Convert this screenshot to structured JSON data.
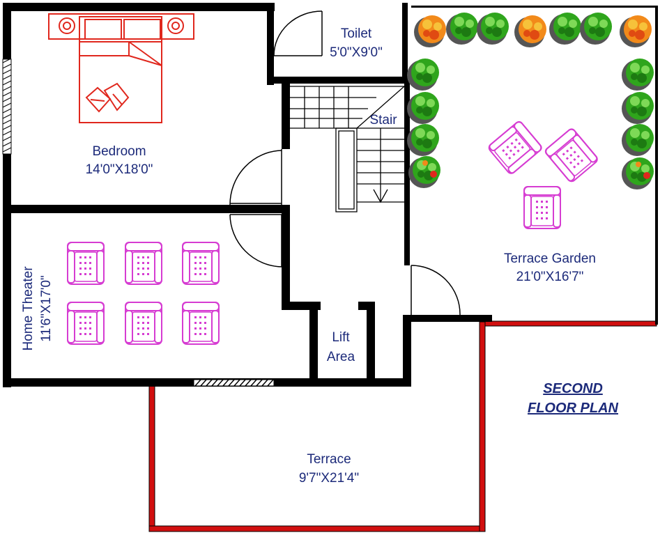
{
  "colors": {
    "wall": "#000000",
    "outer_wall": "#d10f0f",
    "text": "#1c2a7a",
    "furniture_bed": "#e0271d",
    "furniture_chair": "#d63cd2",
    "plant_green": "#2fa51c",
    "plant_orange": "#f28a1a"
  },
  "plan_title": {
    "line1": "SECOND",
    "line2": "FLOOR PLAN"
  },
  "rooms": {
    "bedroom": {
      "name": "Bedroom",
      "size": "14'0\"X18'0\""
    },
    "toilet": {
      "name": "Toilet",
      "size": "5'0\"X9'0\""
    },
    "stair": {
      "name": "Stair"
    },
    "home_theater": {
      "name": "Home Theater",
      "size": "11'6\"X17'0\""
    },
    "lift": {
      "name1": "Lift",
      "name2": "Area"
    },
    "terrace_garden": {
      "name": "Terrace Garden",
      "size": "21'0\"X16'7\""
    },
    "terrace": {
      "name": "Terrace",
      "size": "9'7\"X21'4\""
    }
  },
  "icons": [
    "bed-icon",
    "armchair-icon",
    "plant-icon",
    "door-swing-icon",
    "window-icon"
  ]
}
